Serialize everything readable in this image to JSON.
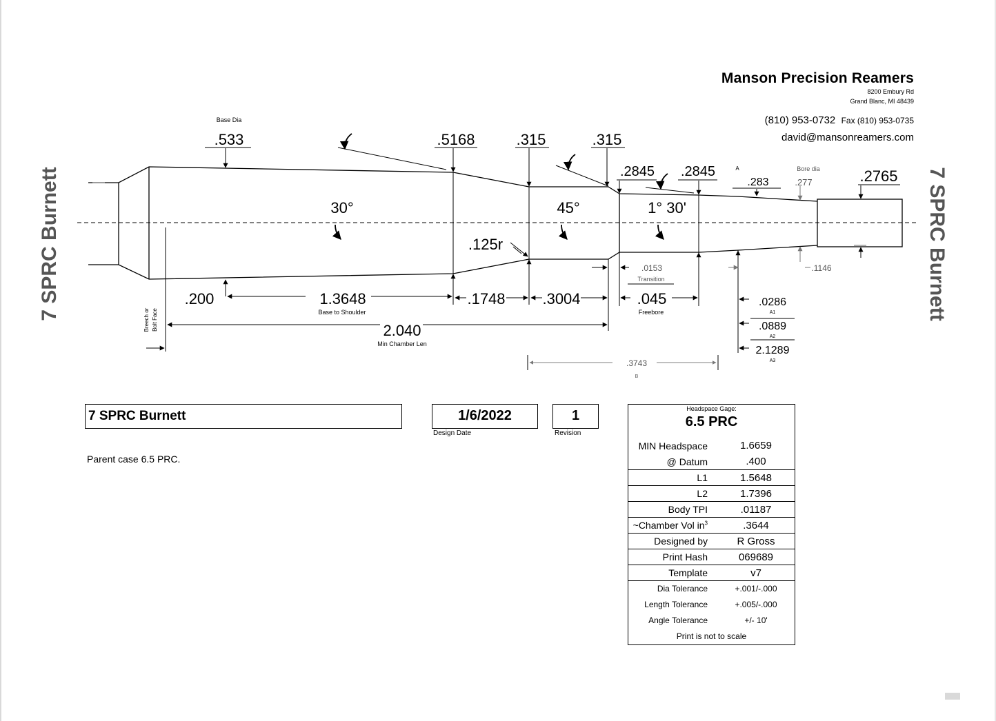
{
  "company": {
    "name": "Manson Precision Reamers",
    "address_line1": "8200 Embury Rd",
    "address_line2": "Grand Blanc, MI 48439",
    "phone": "(810) 953-0732",
    "fax": "Fax (810) 953-0735",
    "email": "david@mansonreamers.com"
  },
  "side_title": "7 SPRC Burnett",
  "drawing": {
    "top_labels": {
      "base_dia": "Base Dia",
      "a": "A",
      "bore_dia": "Bore dia"
    },
    "dims_top": {
      "base_dia": ".533",
      "shoulder_dia": ".5168",
      "neck_dia_start": ".315",
      "neck_dia_end": ".315",
      "freebore_dia_start": ".2845",
      "freebore_dia_end": ".2845",
      "throat_dia": ".283",
      "bore_dia": ".277",
      "groove_dia": ".2765"
    },
    "angles": {
      "body": "30°",
      "shoulder": "45°",
      "throat": "1° 30'"
    },
    "radius": ".125r",
    "transition": {
      "value": ".0153",
      "label": "Transition"
    },
    "land_dia": ".1146",
    "dims_bottom": {
      "datum_offset": ".200",
      "base_to_shoulder": "1.3648",
      "base_to_shoulder_label": "Base to Shoulder",
      "shoulder_len": ".1748",
      "neck_len": ".3004",
      "freebore": ".045",
      "freebore_label": "Freebore",
      "min_chamber_len": "2.040",
      "min_chamber_len_label": "Min Chamber Len",
      "breech_label_1": "Breech or",
      "breech_label_2": "Bolt Face",
      "a1_value": ".0286",
      "a1_label": "A1",
      "a2_value": ".0889",
      "a2_label": "A2",
      "a3_value": "2.1289",
      "a3_label": "A3",
      "b_value": ".3743",
      "b_label": "B"
    }
  },
  "info": {
    "name": "7 SPRC Burnett",
    "design_date": "1/6/2022",
    "design_date_label": "Design Date",
    "revision": "1",
    "revision_label": "Revision",
    "note": "Parent case 6.5 PRC."
  },
  "headspace": {
    "label": "Headspace Gage:",
    "value": "6.5 PRC",
    "rows": [
      {
        "key": "MIN Headspace",
        "value": "1.6659"
      },
      {
        "key": "@ Datum",
        "value": ".400"
      },
      {
        "key": "L1",
        "value": "1.5648"
      },
      {
        "key": "L2",
        "value": "1.7396"
      },
      {
        "key": "Body TPI",
        "value": ".01187"
      },
      {
        "key": "~Chamber Vol in",
        "key_sup": "3",
        "value": ".3644"
      },
      {
        "key": "Designed by",
        "value": "R Gross"
      },
      {
        "key": "Print Hash",
        "value": "069689"
      },
      {
        "key": "Template",
        "value": "v7"
      },
      {
        "key": "Dia Tolerance",
        "value": "+.001/-.000"
      },
      {
        "key": "Length Tolerance",
        "value": "+.005/-.000"
      },
      {
        "key": "Angle Tolerance",
        "value": "+/- 10'"
      }
    ],
    "footer": "Print is not to scale"
  }
}
